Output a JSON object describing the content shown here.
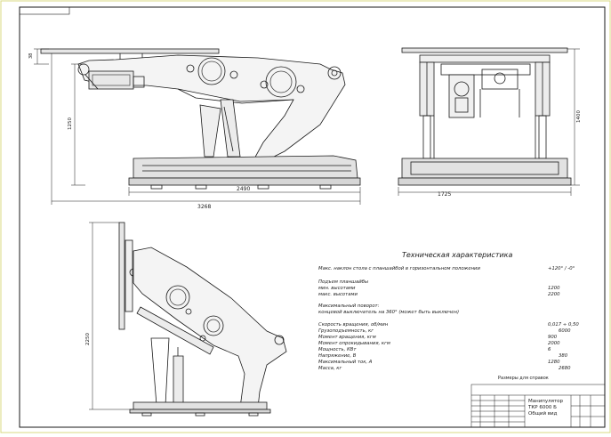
{
  "drawing": {
    "dimensions": {
      "side_top": "38",
      "side_height": "1250",
      "side_inner_width": "2490",
      "side_total_width": "3268",
      "front_height": "1400",
      "front_width": "1725",
      "tilted_height": "2250"
    },
    "specs": {
      "title": "Техническая характеристика",
      "rows": [
        {
          "label": "Макс. наклон стола с планшайбой в горизонтальном положении",
          "value": "+120° / -0°"
        },
        {
          "label": "Подъем планшайбы",
          "value": ""
        },
        {
          "label": "мин. высотами",
          "value": "1200"
        },
        {
          "label": "макс. высотами",
          "value": "2200"
        },
        {
          "label": "Максимальный поворот:",
          "value": ""
        },
        {
          "label": "концевой выключатель на 360° (может быть выключен)",
          "value": ""
        },
        {
          "label": "Скорость вращения, об/мин",
          "value": "0,017 ÷ 0,50"
        },
        {
          "label": "Грузоподъемность, кг",
          "value": "6000"
        },
        {
          "label": "Момент вращения, кгм",
          "value": "900"
        },
        {
          "label": "Момент опрокидывания, кгм",
          "value": "2000"
        },
        {
          "label": "Мощность, КВт",
          "value": "6"
        },
        {
          "label": "Напряжение, В",
          "value": "380"
        },
        {
          "label": "Максимальный ток, А",
          "value": "1280"
        },
        {
          "label": "Масса, кг",
          "value": "2680"
        }
      ],
      "footnote": "Размеры для справок"
    },
    "title_block": {
      "name_line1": "Манипулятор",
      "name_line2": "ТКР 6000 Б",
      "name_line3": "Общий вид"
    }
  }
}
